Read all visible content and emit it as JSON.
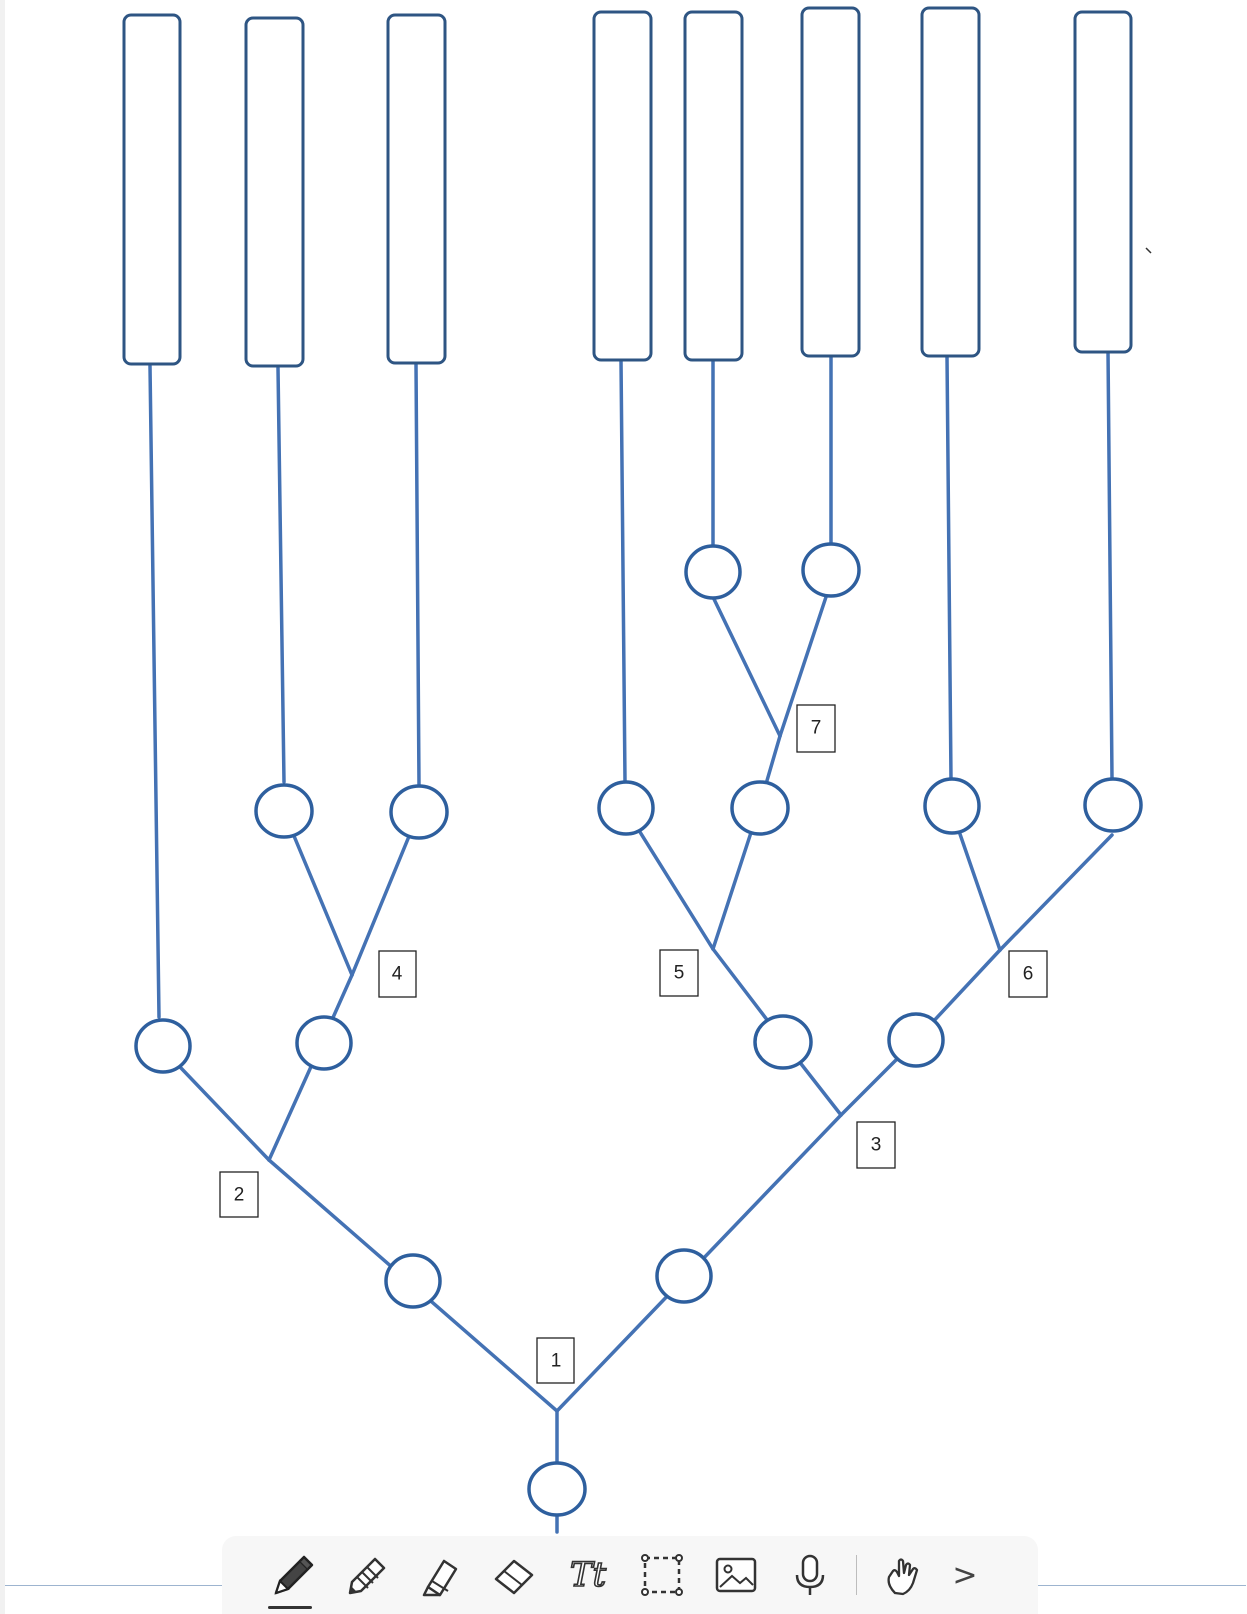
{
  "diagram": {
    "branch_labels": [
      "1",
      "2",
      "3",
      "4",
      "5",
      "6",
      "7"
    ],
    "leaf_count": 8,
    "colors": {
      "line": "#4472b4",
      "node_stroke": "#2e5f9e",
      "leaf_stroke": "#2e5583",
      "label_stroke": "#222222"
    }
  },
  "toolbar": {
    "tools": [
      {
        "name": "pen-tool",
        "icon": "pen-icon",
        "active": true
      },
      {
        "name": "pencil-tool",
        "icon": "pencil-icon",
        "active": false
      },
      {
        "name": "highlighter-tool",
        "icon": "highlighter-icon",
        "active": false
      },
      {
        "name": "eraser-tool",
        "icon": "eraser-icon",
        "active": false
      },
      {
        "name": "text-tool",
        "icon": "text-icon",
        "glyph": "Tt",
        "active": false
      },
      {
        "name": "lasso-select-tool",
        "icon": "selection-icon",
        "active": false
      },
      {
        "name": "insert-image-tool",
        "icon": "image-icon",
        "active": false
      },
      {
        "name": "dictate-tool",
        "icon": "microphone-icon",
        "active": false
      },
      {
        "name": "touch-draw-tool",
        "icon": "hand-draw-icon",
        "active": false
      }
    ],
    "more_glyph": ">"
  }
}
